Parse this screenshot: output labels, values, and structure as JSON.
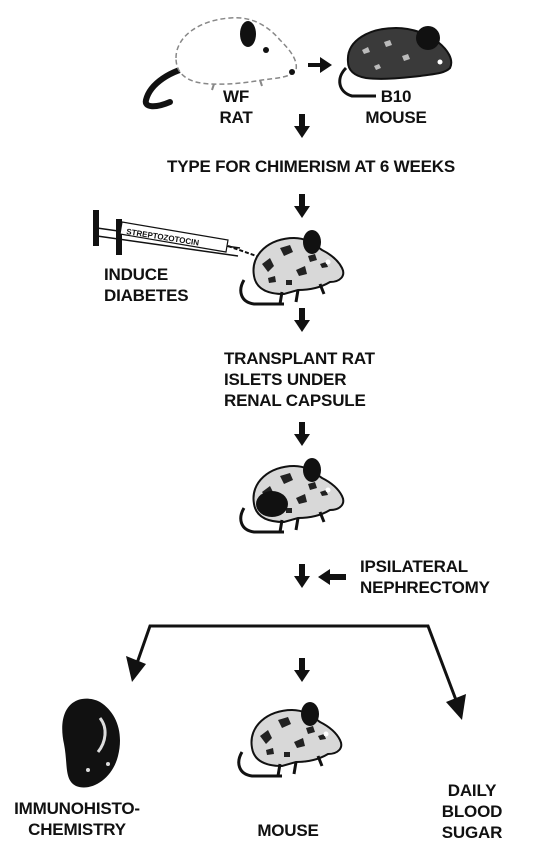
{
  "donor": {
    "line1": "WF",
    "line2": "RAT"
  },
  "recipient": {
    "line1": "B10",
    "line2": "MOUSE"
  },
  "steps": {
    "type_chimerism": "TYPE FOR CHIMERISM AT 6 WEEKS",
    "syringe_label": "STREPTOZOTOCIN",
    "induce_line1": "INDUCE",
    "induce_line2": "DIABETES",
    "transplant_line1": "TRANSPLANT RAT",
    "transplant_line2": "ISLETS UNDER",
    "transplant_line3": "RENAL CAPSULE",
    "nephrectomy_line1": "IPSILATERAL",
    "nephrectomy_line2": "NEPHRECTOMY"
  },
  "outcomes": {
    "left_line1": "IMMUNOHISTO-",
    "left_line2": "CHEMISTRY",
    "center": "MOUSE",
    "right_line1": "DAILY",
    "right_line2": "BLOOD",
    "right_line3": "SUGAR"
  }
}
